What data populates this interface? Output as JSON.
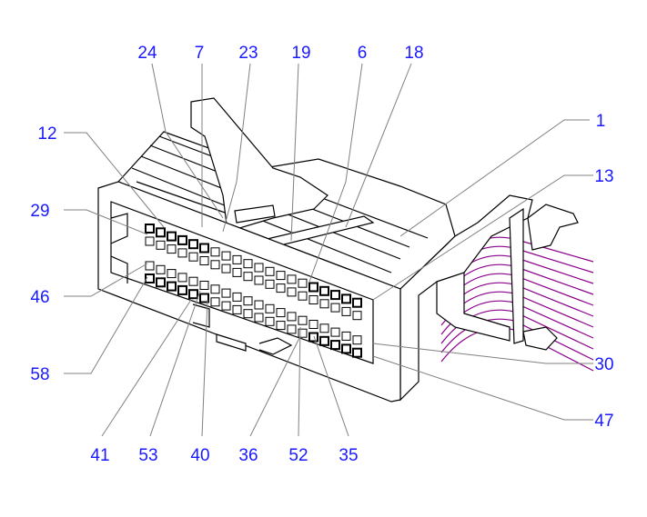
{
  "diagram": {
    "title": "Connector pin callouts",
    "label_color": "#1a1aff",
    "leader_color": "#808080",
    "wire_color": "#8b008b",
    "callouts": [
      {
        "id": "24",
        "text": "24"
      },
      {
        "id": "7",
        "text": "7"
      },
      {
        "id": "23",
        "text": "23"
      },
      {
        "id": "19",
        "text": "19"
      },
      {
        "id": "6",
        "text": "6"
      },
      {
        "id": "18",
        "text": "18"
      },
      {
        "id": "1",
        "text": "1"
      },
      {
        "id": "13",
        "text": "13"
      },
      {
        "id": "12",
        "text": "12"
      },
      {
        "id": "29",
        "text": "29"
      },
      {
        "id": "46",
        "text": "46"
      },
      {
        "id": "58",
        "text": "58"
      },
      {
        "id": "30",
        "text": "30"
      },
      {
        "id": "47",
        "text": "47"
      },
      {
        "id": "41",
        "text": "41"
      },
      {
        "id": "53",
        "text": "53"
      },
      {
        "id": "40",
        "text": "40"
      },
      {
        "id": "36",
        "text": "36"
      },
      {
        "id": "52",
        "text": "52"
      },
      {
        "id": "35",
        "text": "35"
      }
    ]
  }
}
